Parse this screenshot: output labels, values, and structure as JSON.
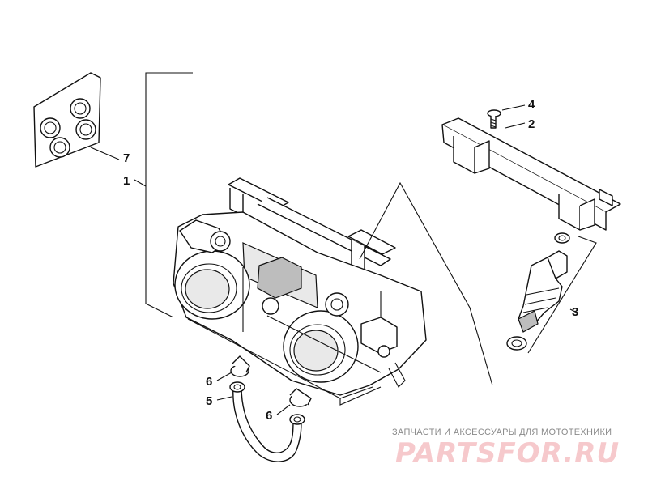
{
  "callouts": {
    "c1": "1",
    "c2": "2",
    "c3": "3",
    "c4": "4",
    "c5": "5",
    "c6a": "6",
    "c6b": "6",
    "c7": "7"
  },
  "watermark": {
    "tagline": "ЗАПЧАСТИ И АКСЕССУАРЫ ДЛЯ МОТОТЕХНИКИ",
    "logo": "PARTSFOR.RU",
    "logo_color": "#f6c9cc"
  }
}
